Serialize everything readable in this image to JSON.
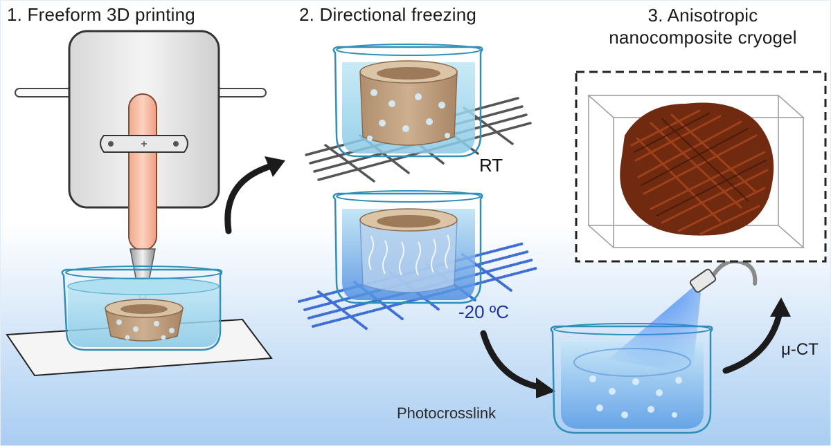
{
  "titles": {
    "step1": "1. Freeform 3D printing",
    "step2": "2. Directional freezing",
    "step3_line1": "3. Anisotropic",
    "step3_line2": "nanocomposite cryogel"
  },
  "labels": {
    "room_temp": "RT",
    "freeze_temp": "-20 ºC",
    "photocrosslink": "Photocrosslink",
    "micro_ct": "μ-CT"
  },
  "colors": {
    "water": "#8fd0ea",
    "gel": "#c4a684",
    "freeze_label": "#1e2fa0",
    "cryogel": "#7a2e12"
  }
}
